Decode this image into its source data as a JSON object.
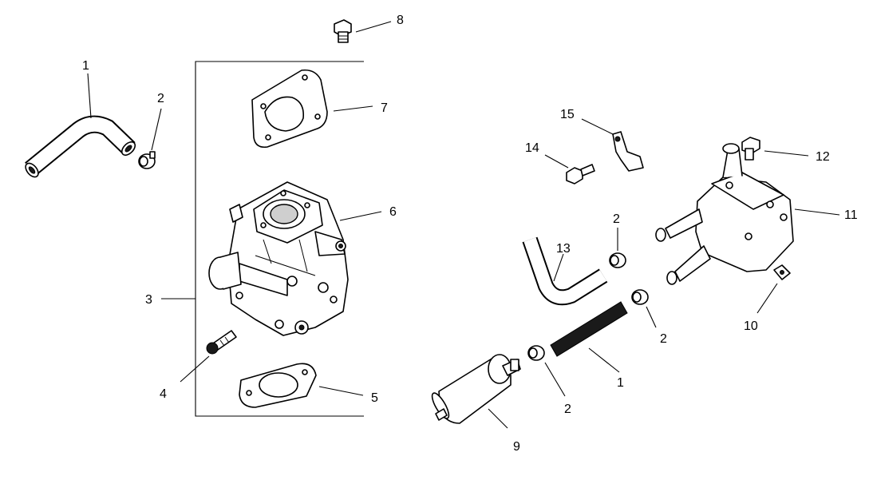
{
  "labels": {
    "l1a": "1",
    "l2a": "2",
    "l8": "8",
    "l7": "7",
    "l6": "6",
    "l3": "3",
    "l4": "4",
    "l5": "5",
    "l15": "15",
    "l14": "14",
    "l12": "12",
    "l11": "11",
    "l2b": "2",
    "l13": "13",
    "l2c": "2",
    "l10": "10",
    "l1b": "1",
    "l2d": "2",
    "l9": "9"
  }
}
